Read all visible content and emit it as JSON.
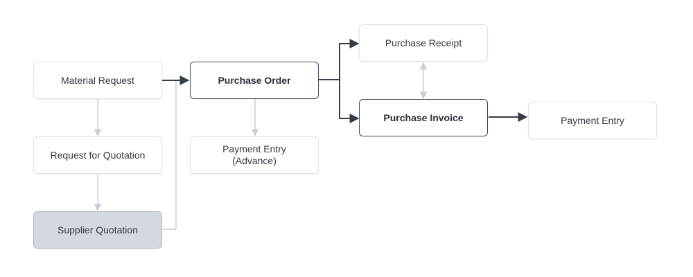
{
  "nodes": {
    "material_request": "Material Request",
    "request_for_quotation": "Request for Quotation",
    "supplier_quotation": "Supplier Quotation",
    "purchase_order": "Purchase Order",
    "payment_entry_advance": "Payment Entry\n(Advance)",
    "purchase_receipt": "Purchase Receipt",
    "purchase_invoice": "Purchase Invoice",
    "payment_entry": "Payment Entry"
  },
  "colors": {
    "strong_connector": "#383e47",
    "light_connector": "#c9ced4",
    "muted_node": "#d4d9df"
  }
}
